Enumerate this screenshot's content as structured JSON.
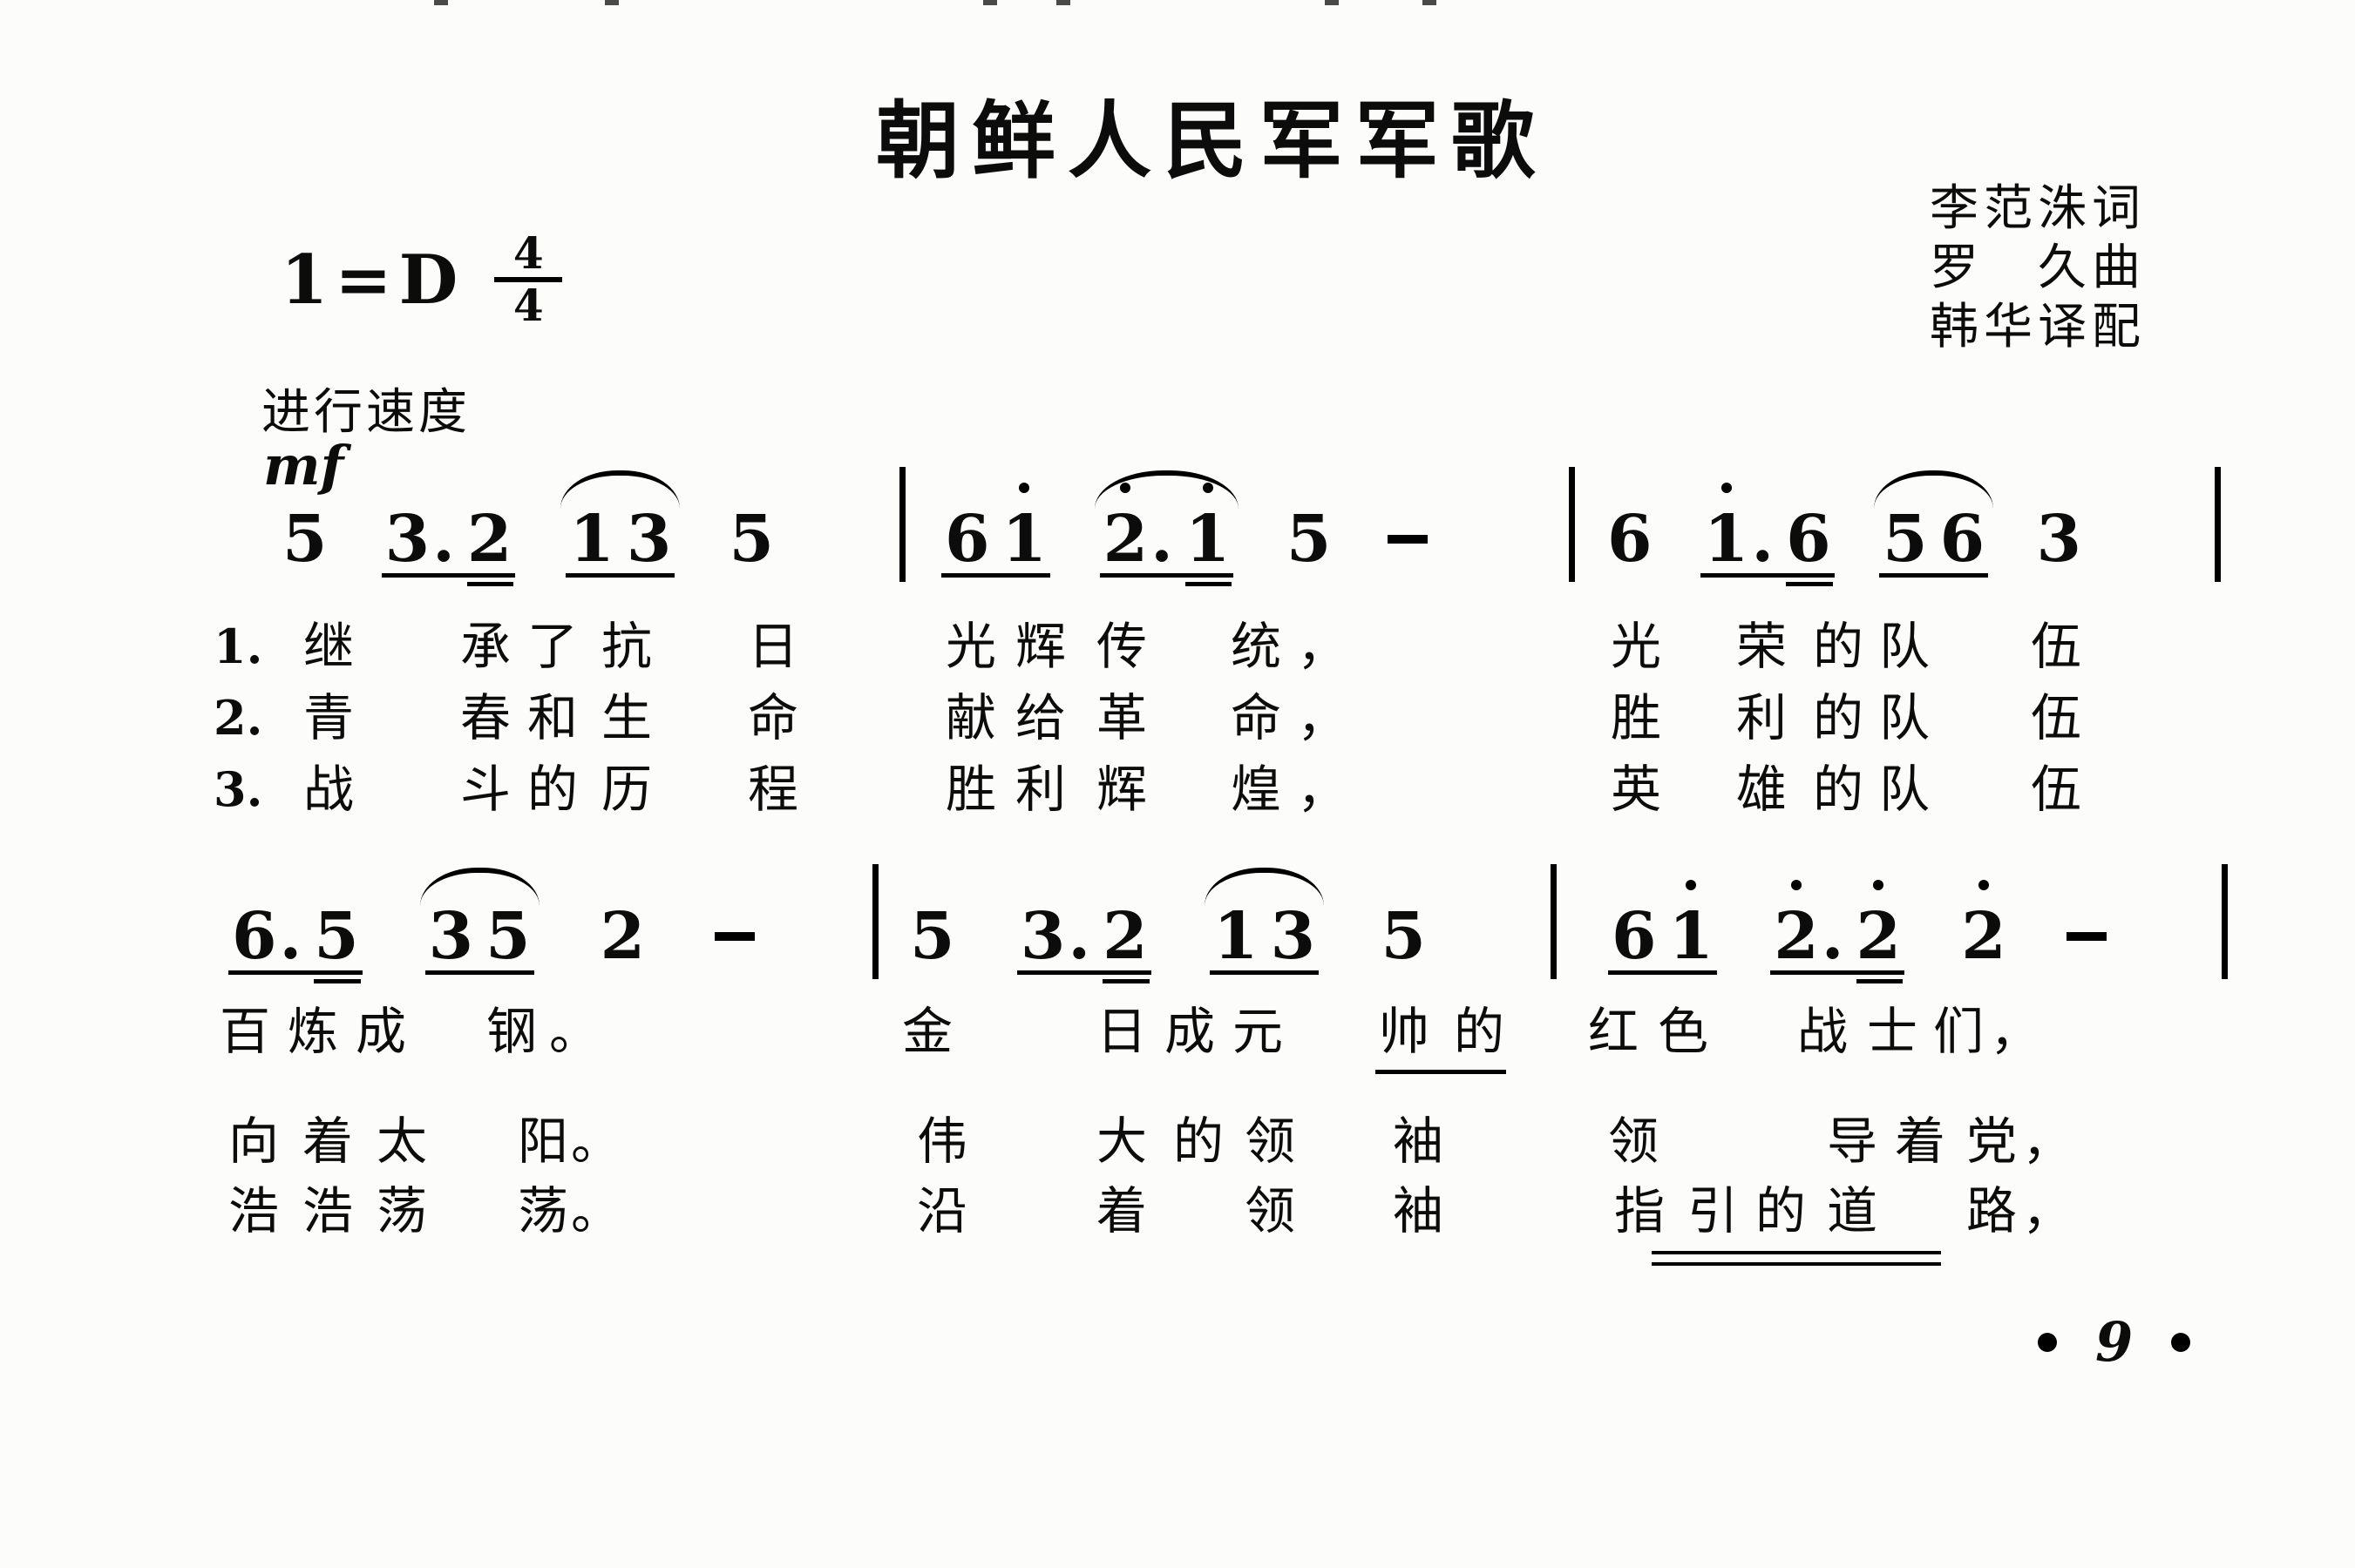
{
  "page": {
    "title": "朝鲜人民军军歌",
    "credits": [
      "李范洙词",
      "罗　久曲",
      "韩华译配"
    ],
    "key_signature": {
      "key_text": "1=D",
      "meter_upper": "4",
      "meter_lower": "4"
    },
    "tempo": "进行速度",
    "dynamics": "mf",
    "page_number": "9"
  },
  "music": {
    "lines": [
      {
        "measures": [
          {
            "segments": [
              {
                "notes": [
                  {
                    "d": "5"
                  }
                ]
              },
              {
                "beam": true,
                "notes": [
                  {
                    "d": "3",
                    "dot": true
                  },
                  {
                    "d": "2",
                    "u2": true
                  }
                ]
              },
              {
                "beam": true,
                "slur": true,
                "notes": [
                  {
                    "d": "1"
                  },
                  {
                    "d": "3"
                  }
                ]
              },
              {
                "notes": [
                  {
                    "d": "5"
                  }
                ]
              }
            ]
          },
          {
            "segments": [
              {
                "beam": true,
                "notes": [
                  {
                    "d": "6"
                  },
                  {
                    "d": "1",
                    "hi": true
                  }
                ]
              },
              {
                "beam": true,
                "slur": true,
                "notes": [
                  {
                    "d": "2",
                    "hi": true,
                    "dot": true
                  },
                  {
                    "d": "1",
                    "hi": true,
                    "u2": true
                  }
                ]
              },
              {
                "notes": [
                  {
                    "d": "5"
                  }
                ]
              },
              {
                "notes": [
                  {
                    "d": "-"
                  }
                ]
              }
            ]
          },
          {
            "segments": [
              {
                "notes": [
                  {
                    "d": "6"
                  }
                ]
              },
              {
                "beam": true,
                "notes": [
                  {
                    "d": "1",
                    "hi": true,
                    "dot": true
                  },
                  {
                    "d": "6",
                    "u2": true
                  }
                ]
              },
              {
                "beam": true,
                "slur": true,
                "notes": [
                  {
                    "d": "5"
                  },
                  {
                    "d": "6"
                  }
                ]
              },
              {
                "notes": [
                  {
                    "d": "3"
                  }
                ]
              }
            ]
          }
        ]
      },
      {
        "measures": [
          {
            "segments": [
              {
                "beam": true,
                "notes": [
                  {
                    "d": "6",
                    "dot": true
                  },
                  {
                    "d": "5",
                    "u2": true
                  }
                ]
              },
              {
                "beam": true,
                "slur": true,
                "notes": [
                  {
                    "d": "3"
                  },
                  {
                    "d": "5"
                  }
                ]
              },
              {
                "notes": [
                  {
                    "d": "2"
                  }
                ]
              },
              {
                "notes": [
                  {
                    "d": "-"
                  }
                ]
              }
            ]
          },
          {
            "segments": [
              {
                "notes": [
                  {
                    "d": "5"
                  }
                ]
              },
              {
                "beam": true,
                "notes": [
                  {
                    "d": "3",
                    "dot": true
                  },
                  {
                    "d": "2",
                    "u2": true
                  }
                ]
              },
              {
                "beam": true,
                "slur": true,
                "notes": [
                  {
                    "d": "1"
                  },
                  {
                    "d": "3"
                  }
                ]
              },
              {
                "notes": [
                  {
                    "d": "5"
                  }
                ]
              }
            ]
          },
          {
            "segments": [
              {
                "beam": true,
                "notes": [
                  {
                    "d": "6"
                  },
                  {
                    "d": "1",
                    "hi": true
                  }
                ]
              },
              {
                "beam": true,
                "notes": [
                  {
                    "d": "2",
                    "hi": true,
                    "dot": true
                  },
                  {
                    "d": "2",
                    "hi": true,
                    "u2": true
                  }
                ]
              },
              {
                "notes": [
                  {
                    "d": "2",
                    "hi": true
                  }
                ]
              },
              {
                "notes": [
                  {
                    "d": "-"
                  }
                ]
              }
            ]
          }
        ]
      }
    ]
  },
  "lyrics": {
    "rows": [
      [
        "1.",
        "继",
        "承",
        "了",
        "抗",
        "日",
        "光",
        "辉",
        "传",
        "统",
        "，",
        "光",
        "荣",
        "的",
        "队",
        "伍"
      ],
      [
        "2.",
        "青",
        "春",
        "和",
        "生",
        "命",
        "献",
        "给",
        "革",
        "命",
        "，",
        "胜",
        "利",
        "的",
        "队",
        "伍"
      ],
      [
        "3.",
        "战",
        "斗",
        "的",
        "历",
        "程",
        "胜",
        "利",
        "辉",
        "煌",
        "，",
        "英",
        "雄",
        "的",
        "队",
        "伍"
      ],
      [
        "百",
        "炼",
        "成",
        "钢",
        "。",
        "金",
        "日",
        "成",
        "元",
        "帅",
        "的",
        "红",
        "色",
        "战",
        "士",
        "们",
        "，"
      ],
      [
        "向",
        "着",
        "太",
        "阳",
        "。",
        "伟",
        "大",
        "的",
        "领",
        "袖",
        "领",
        "导",
        "着",
        "党",
        "，"
      ],
      [
        "浩",
        "浩",
        "荡",
        "荡",
        "。",
        "沿",
        "着",
        "领",
        "袖",
        "指",
        "引",
        "的",
        "道",
        "路",
        "，"
      ]
    ]
  }
}
